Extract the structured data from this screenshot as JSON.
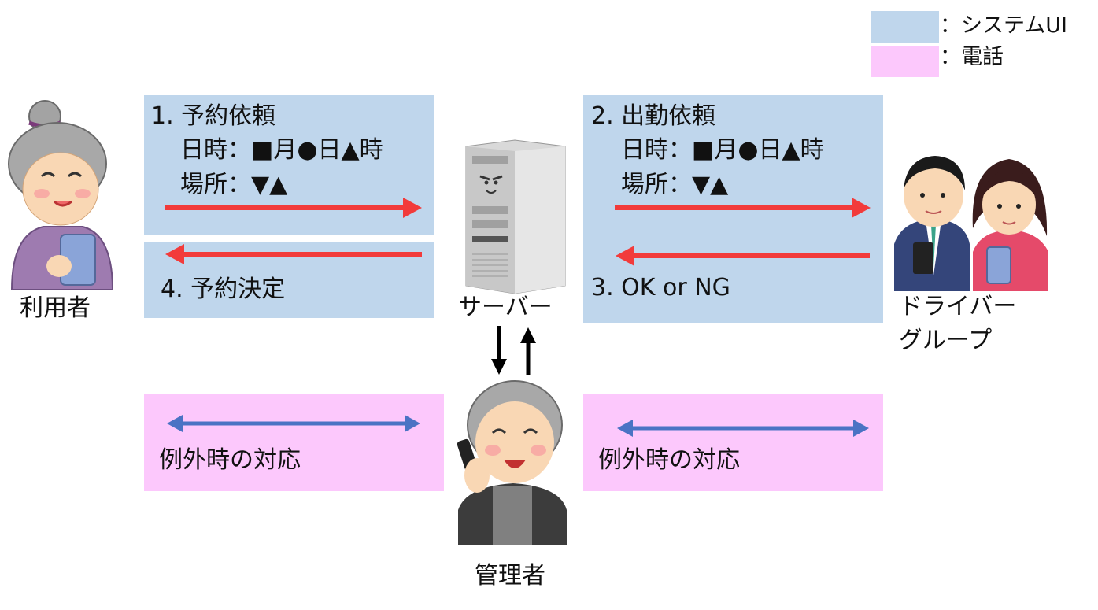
{
  "colors": {
    "system_ui": "#bfd6ec",
    "phone": "#fcc8fc",
    "request_arrow": "#f23b3b",
    "exception_arrow": "#4a73c4",
    "admin_arrow": "#000000"
  },
  "legend": {
    "system_ui_label": "：システムUI",
    "phone_label": "：電話"
  },
  "actors": {
    "user": "利用者",
    "server": "サーバー",
    "driver_line1": "ドライバー",
    "driver_line2": "グループ",
    "admin": "管理者"
  },
  "steps": {
    "s1_title": "1. 予約依頼",
    "s1_datetime": "日時：■月●日▲時",
    "s1_place": "場所：▼▲",
    "s2_title": "2. 出勤依頼",
    "s2_datetime": "日時：■月●日▲時",
    "s2_place": "場所：▼▲",
    "s3_title": "3.  OK  or  NG",
    "s4_title": "4. 予約決定"
  },
  "exceptions": {
    "left": "例外時の対応",
    "right": "例外時の対応"
  },
  "icons": {
    "user": "elderly-woman-with-smartphone-icon",
    "server": "server-tower-icon",
    "drivers": "driver-group-icon",
    "admin": "elderly-man-on-phone-icon"
  }
}
